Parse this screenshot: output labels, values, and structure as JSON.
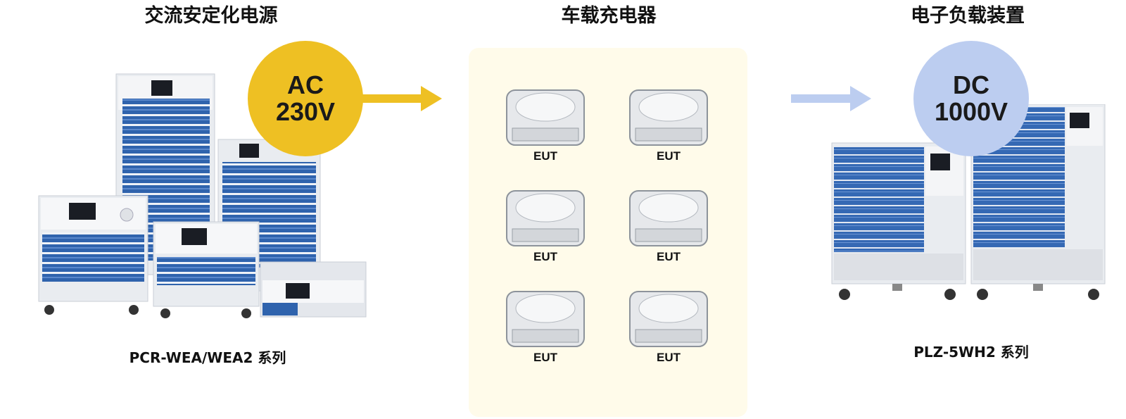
{
  "titles": {
    "ac_source": "交流安定化电源",
    "charger": "车载充电器",
    "load": "电子负载装置"
  },
  "badges": {
    "ac": {
      "line1": "AC",
      "line2": "230V"
    },
    "dc": {
      "line1": "DC",
      "line2": "1000V"
    }
  },
  "products": {
    "left_series": "PCR-WEA/WEA2 系列",
    "right_series": "PLZ-5WH2 系列"
  },
  "eut_items": [
    "EUT",
    "EUT",
    "EUT",
    "EUT",
    "EUT",
    "EUT"
  ],
  "colors": {
    "ac_yellow": "#eec023",
    "dc_blue": "#bccdf0",
    "panel_cream": "#fffbea",
    "instrument_blue": "#2f63ad"
  }
}
